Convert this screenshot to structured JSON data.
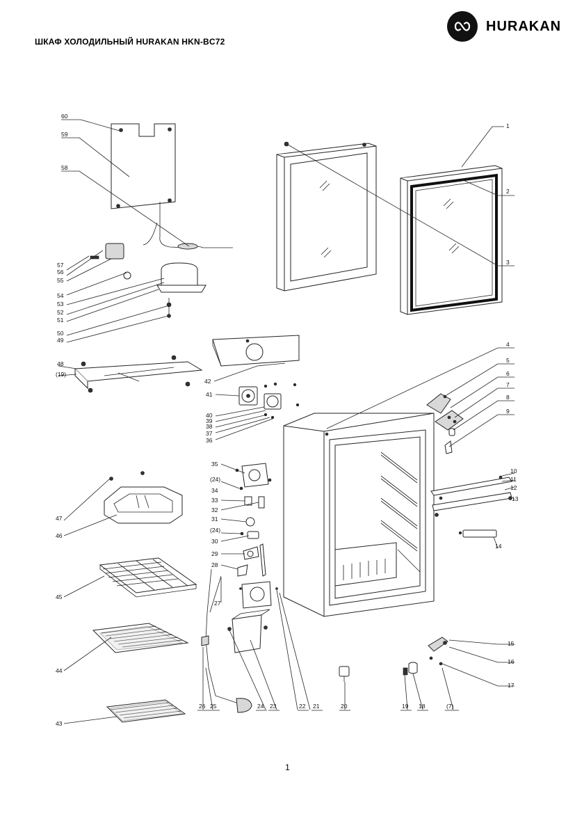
{
  "header": {
    "title": "ШКАФ ХОЛОДИЛЬНЫЙ HURAKAN HKN-BC72",
    "brand": "HURAKAN",
    "logo_icon": "hurakan-logo-icon"
  },
  "callouts": {
    "left": [
      "60",
      "59",
      "58",
      "57",
      "56",
      "55",
      "54",
      "53",
      "52",
      "51",
      "50",
      "49",
      "48",
      "(19)",
      "47",
      "46",
      "45",
      "44",
      "43"
    ],
    "center": [
      "42",
      "41",
      "40",
      "39",
      "38",
      "37",
      "36",
      "35",
      "(24)",
      "34",
      "33",
      "32",
      "31",
      "(24)",
      "30",
      "29",
      "28",
      "27"
    ],
    "right": [
      "1",
      "2",
      "3",
      "4",
      "5",
      "6",
      "7",
      "8",
      "9",
      "10",
      "11",
      "12",
      "13",
      "14",
      "15",
      "16",
      "17"
    ],
    "bottom": [
      "26",
      "25",
      "24",
      "23",
      "22",
      "21",
      "20",
      "19",
      "18",
      "(7)"
    ]
  },
  "footer": {
    "page_number": "1"
  }
}
